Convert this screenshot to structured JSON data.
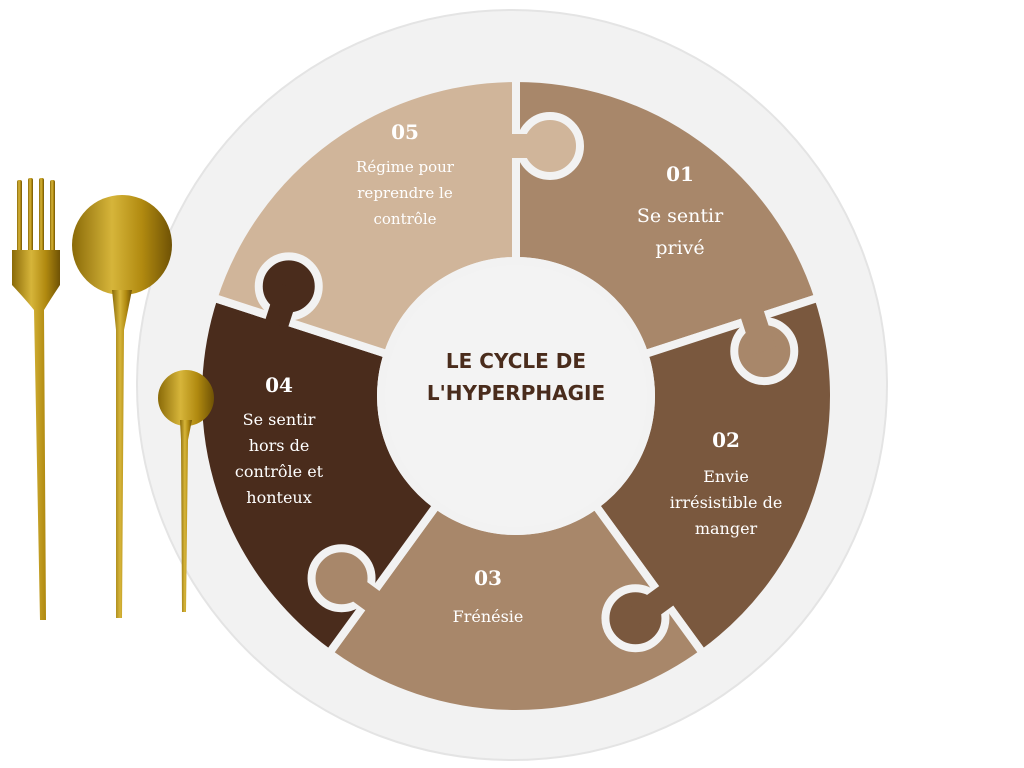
{
  "title": [
    "LE CYCLE DE",
    "L'HYPERPHAGIE"
  ],
  "steps": [
    {
      "number": "01",
      "label": "Se sentir privé",
      "color": "#a8876a"
    },
    {
      "number": "02",
      "label": "Envie irrésistible de manger",
      "color": "#7a583e"
    },
    {
      "number": "03",
      "label": "Frénésie",
      "color": "#a8876a"
    },
    {
      "number": "04",
      "label": "Se sentir hors de contrôle et honteux",
      "color": "#4a2c1c"
    },
    {
      "number": "05",
      "label": "Régime pour reprendre le contrôle",
      "color": "#d0b59a"
    }
  ],
  "colors": {
    "plate": "#f2f2f2",
    "gold": "#c9a21a",
    "title": "#4a2c1c"
  },
  "decor": [
    "fork-icon",
    "spoon-icon",
    "teaspoon-icon"
  ]
}
